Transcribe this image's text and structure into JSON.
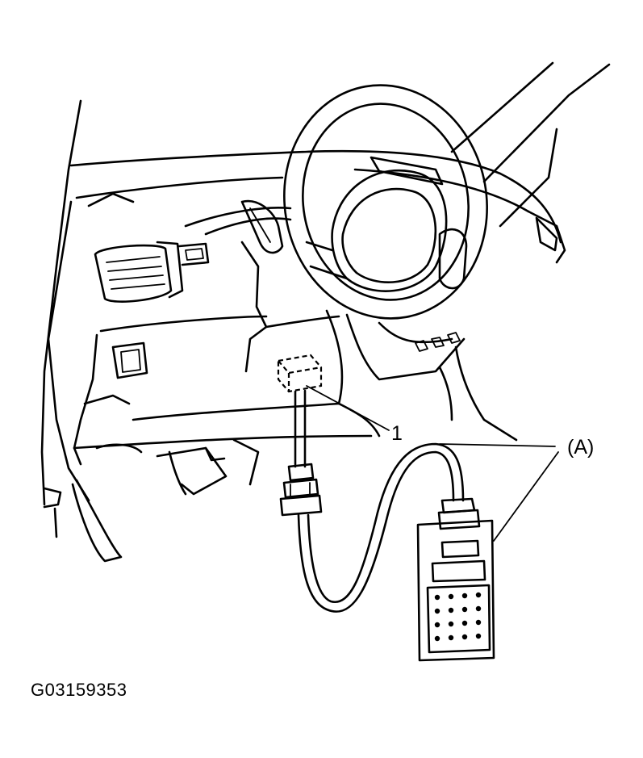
{
  "labels": {
    "connector_callout": "1",
    "tool_callout": "(A)",
    "figure_id": "G03159353"
  },
  "colors": {
    "line": "#000000",
    "background": "#ffffff"
  }
}
